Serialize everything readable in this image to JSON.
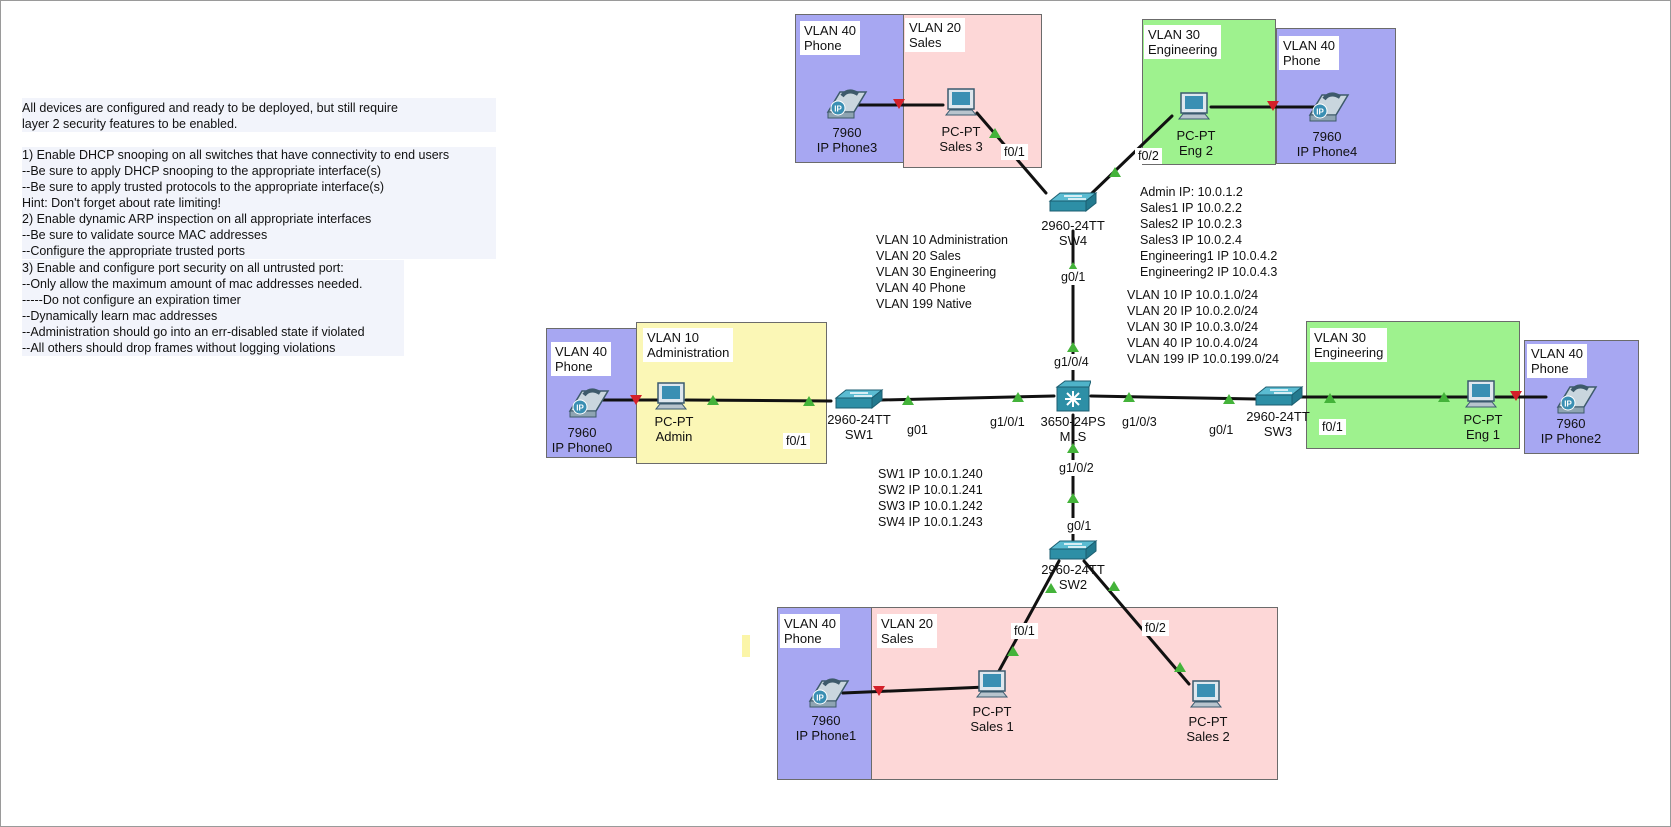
{
  "task_notes": {
    "intro": "All devices are configured and ready to be deployed, but still require\nlayer 2 security features to be enabled.",
    "step1": "1) Enable DHCP snooping on all switches that have connectivity to end users\n--Be sure to apply DHCP snooping to the appropriate interface(s)\n--Be sure to apply trusted protocols to the appropriate interface(s)\nHint: Don't forget about rate limiting!\n2) Enable dynamic ARP inspection on all appropriate interfaces\n--Be sure to validate source MAC addresses\n--Configure the appropriate trusted ports",
    "step3": "3) Enable and configure port security on all untrusted port:\n--Only allow the maximum amount of mac addresses needed.\n-----Do not configure an expiration timer\n--Dynamically learn mac addresses\n--Administration should go into an err-disabled state if violated\n--All others should drop frames without logging violations"
  },
  "vlan_list": "VLAN 10 Administration\nVLAN 20 Sales\nVLAN 30 Engineering\nVLAN 40 Phone\nVLAN 199 Native",
  "host_ips": "Admin IP: 10.0.1.2\nSales1 IP 10.0.2.2\nSales2 IP 10.0.2.3\nSales3 IP 10.0.2.4\nEngineering1 IP 10.0.4.2\nEngineering2 IP 10.0.4.3",
  "vlan_subnets": "VLAN 10 IP 10.0.1.0/24\nVLAN 20 IP 10.0.2.0/24\nVLAN 30 IP 10.0.3.0/24\nVLAN 40 IP 10.0.4.0/24\nVLAN 199 IP 10.0.199.0/24",
  "switch_ips": "SW1 IP 10.0.1.240\nSW2 IP 10.0.1.241\nSW3 IP 10.0.1.242\nSW4 IP 10.0.1.243",
  "zones": [
    {
      "id": "z-sw4-phone",
      "label": "VLAN 40\nPhone",
      "color": "#a7a7f2"
    },
    {
      "id": "z-sw4-sales",
      "label": "VLAN 20\nSales",
      "color": "#fdd7d7"
    },
    {
      "id": "z-sw4-eng",
      "label": "VLAN 30\nEngineering",
      "color": "#9ef28e"
    },
    {
      "id": "z-sw4-phone2",
      "label": "VLAN 40\nPhone",
      "color": "#a7a7f2"
    },
    {
      "id": "z-sw1-phone",
      "label": "VLAN 40\nPhone",
      "color": "#a7a7f2"
    },
    {
      "id": "z-sw1-admin",
      "label": "VLAN 10\nAdministration",
      "color": "#fbf7b6"
    },
    {
      "id": "z-sw3-eng",
      "label": "VLAN 30\nEngineering",
      "color": "#9ef28e"
    },
    {
      "id": "z-sw3-phone",
      "label": "VLAN 40\nPhone",
      "color": "#a7a7f2"
    },
    {
      "id": "z-sw2-phone",
      "label": "VLAN 40\nPhone",
      "color": "#a7a7f2"
    },
    {
      "id": "z-sw2-sales",
      "label": "VLAN 20\nSales",
      "color": "#fdd7d7"
    }
  ],
  "devices": {
    "mls": {
      "model": "3650-24PS",
      "name": "MLS",
      "icon": "multilayer-switch-icon"
    },
    "sw1": {
      "model": "2960-24TT",
      "name": "SW1",
      "icon": "switch-icon"
    },
    "sw2": {
      "model": "2960-24TT",
      "name": "SW2",
      "icon": "switch-icon"
    },
    "sw3": {
      "model": "2960-24TT",
      "name": "SW3",
      "icon": "switch-icon"
    },
    "sw4": {
      "model": "2960-24TT",
      "name": "SW4",
      "icon": "switch-icon"
    },
    "admin": {
      "model": "PC-PT",
      "name": "Admin",
      "icon": "pc-icon"
    },
    "sales1": {
      "model": "PC-PT",
      "name": "Sales 1",
      "icon": "pc-icon"
    },
    "sales2": {
      "model": "PC-PT",
      "name": "Sales 2",
      "icon": "pc-icon"
    },
    "sales3": {
      "model": "PC-PT",
      "name": "Sales 3",
      "icon": "pc-icon"
    },
    "eng1": {
      "model": "PC-PT",
      "name": "Eng 1",
      "icon": "pc-icon"
    },
    "eng2": {
      "model": "PC-PT",
      "name": "Eng 2",
      "icon": "pc-icon"
    },
    "phone0": {
      "model": "7960",
      "name": "IP Phone0",
      "icon": "ip-phone-icon"
    },
    "phone1": {
      "model": "7960",
      "name": "IP Phone1",
      "icon": "ip-phone-icon"
    },
    "phone2": {
      "model": "7960",
      "name": "IP Phone2",
      "icon": "ip-phone-icon"
    },
    "phone3": {
      "model": "7960",
      "name": "IP Phone3",
      "icon": "ip-phone-icon"
    },
    "phone4": {
      "model": "7960",
      "name": "IP Phone4",
      "icon": "ip-phone-icon"
    }
  },
  "ports": {
    "sw4_f01": "f0/1",
    "sw4_f02": "f0/2",
    "sw4_g01": "g0/1",
    "mls_g104": "g1/0/4",
    "sw1_g01": "g01",
    "mls_g101": "g1/0/1",
    "mls_g103": "g1/0/3",
    "sw3_g01": "g0/1",
    "sw1_f01": "f0/1",
    "sw3_f01": "f0/1",
    "mls_g102": "g1/0/2",
    "sw2_g01": "g0/1",
    "sw2_f01": "f0/1",
    "sw2_f02": "f0/2"
  },
  "colors": {
    "link": "#111111",
    "link_up": "#44b33a",
    "link_blocked": "#d4202a",
    "switch": "#2d8fa6",
    "pc": "#3a8fb3"
  }
}
